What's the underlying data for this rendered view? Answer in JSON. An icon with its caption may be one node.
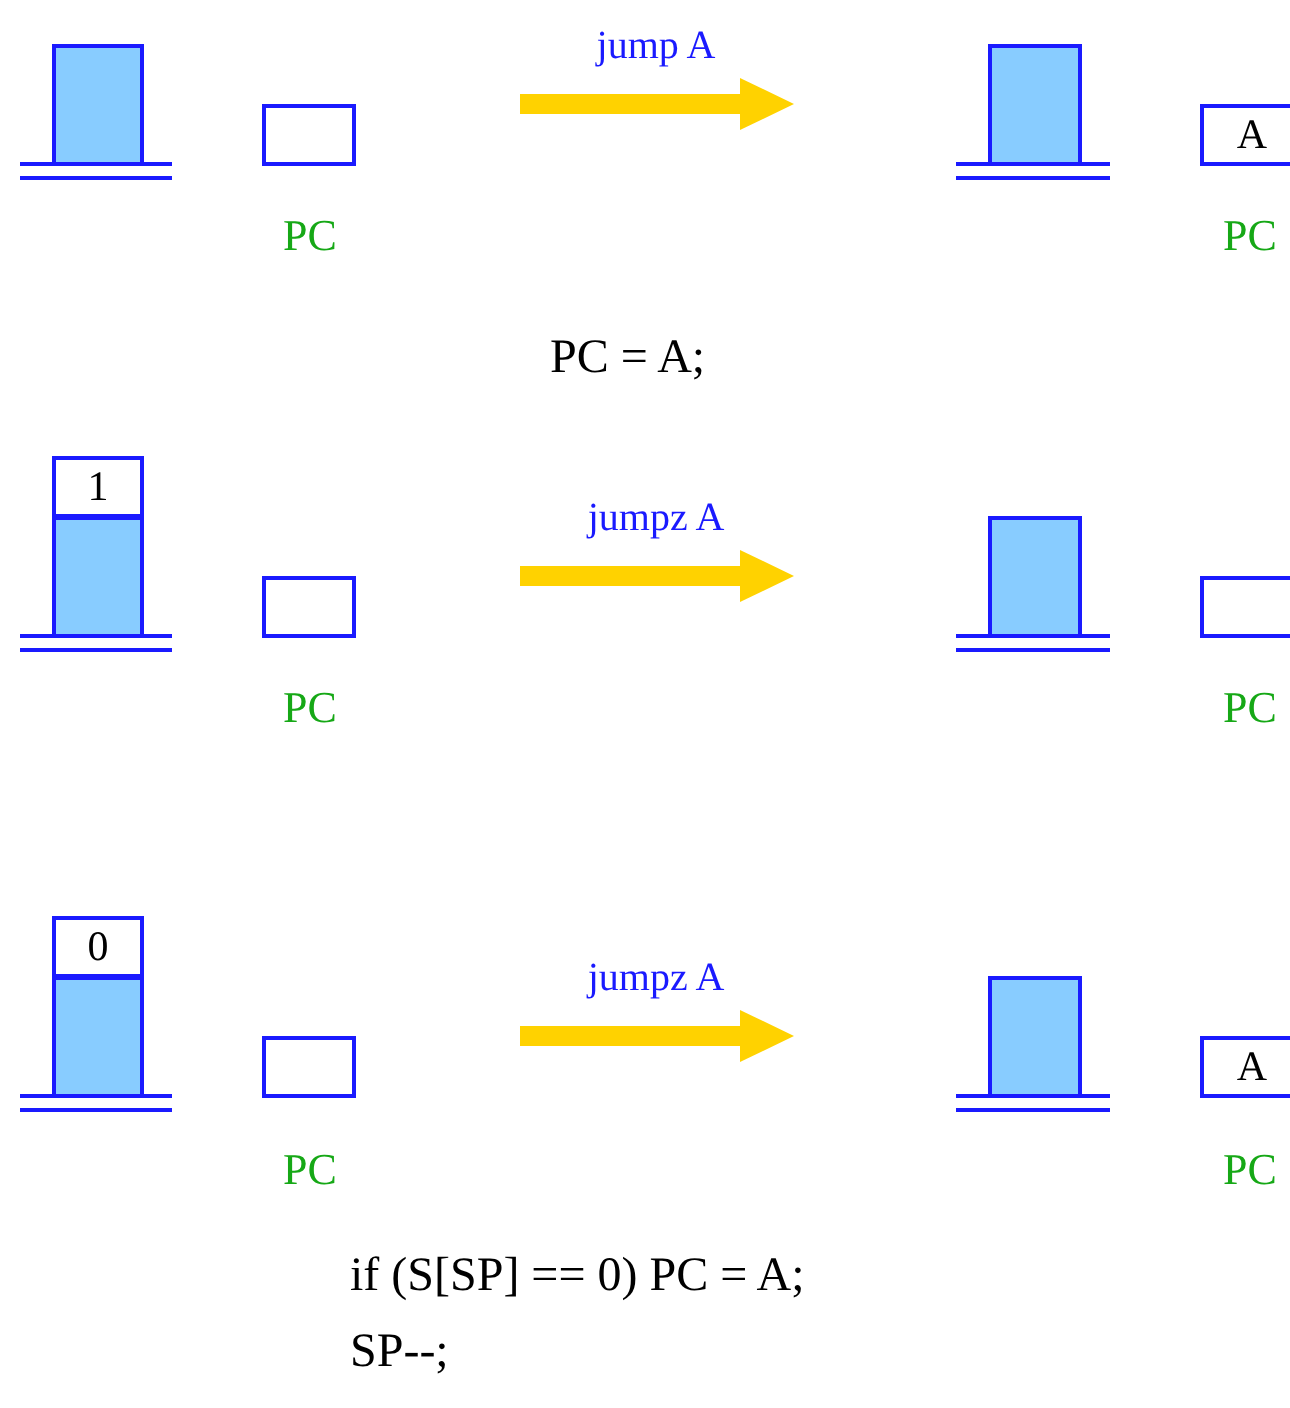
{
  "diagram": {
    "nodes": [
      {
        "text": [],
        "shape": "box"
      },
      {
        "text": [],
        "shape": "box",
        "beside": [
          "PC"
        ]
      },
      {
        "text": [],
        "shape": "box"
      },
      {
        "text": [
          "A"
        ],
        "beside": [
          "PC"
        ]
      },
      {
        "text": [],
        "shape": "box"
      },
      {
        "text": [
          "1"
        ]
      },
      {
        "text": [],
        "shape": "box",
        "beside": [
          "PC"
        ]
      },
      {
        "text": [],
        "shape": "box"
      },
      {
        "text": [],
        "shape": "box",
        "beside": [
          "PC"
        ]
      },
      {
        "text": [],
        "shape": "box"
      },
      {
        "text": [
          "0"
        ]
      },
      {
        "text": [],
        "shape": "box",
        "beside": [
          "PC"
        ]
      },
      {
        "text": [],
        "shape": "box"
      },
      {
        "text": [
          "A"
        ],
        "beside": [
          "PC"
        ]
      }
    ],
    "labels": [
      "jump A",
      "PC = A;",
      "jumpz A",
      "jumpz A",
      "if (S[SP] == 0) PC = A;",
      "SP--;"
    ]
  }
}
